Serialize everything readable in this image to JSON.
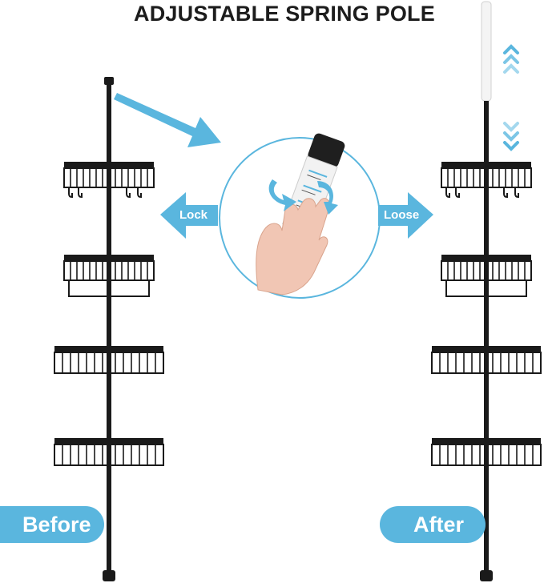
{
  "title": "ADJUSTABLE SPRING POLE",
  "labels": {
    "lock": "Lock",
    "loose": "Loose",
    "before": "Before",
    "after": "After"
  },
  "colors": {
    "accent_blue": "#5ab6de",
    "rack_black": "#1a1a1a",
    "circle_border": "#5ab6de"
  },
  "icons": {
    "left_arrow": "left-arrow-icon",
    "right_arrow": "right-arrow-icon",
    "pointer_arrow": "pointer-arrow-icon",
    "rotate_arrow": "rotate-arrow-icon",
    "chevron_up": "chevron-up-icon",
    "chevron_down": "chevron-down-icon"
  },
  "images": [
    "caddy-before",
    "caddy-after",
    "hand-twisting-pole"
  ]
}
